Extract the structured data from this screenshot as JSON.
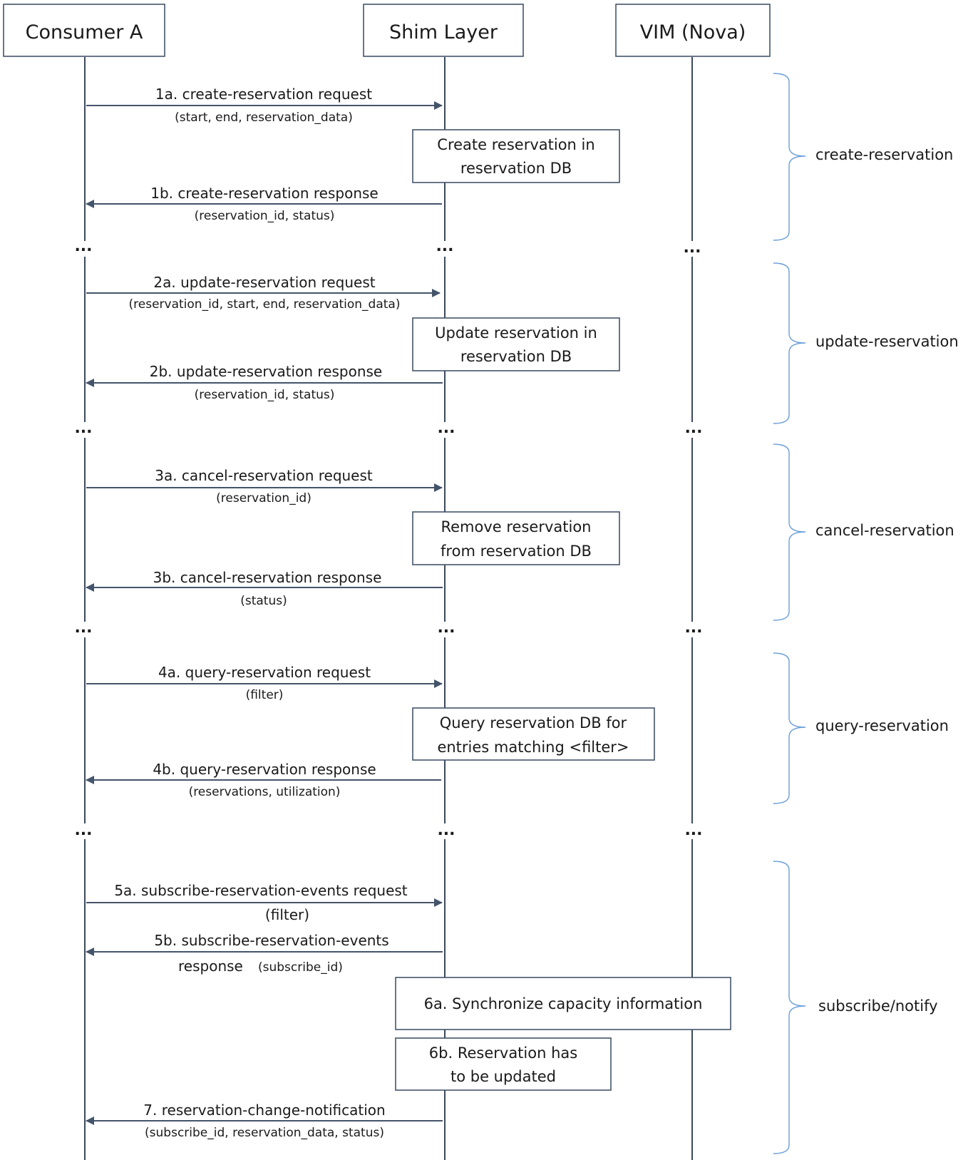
{
  "participants": [
    {
      "id": "consumer",
      "label": "Consumer A"
    },
    {
      "id": "shim",
      "label": "Shim Layer"
    },
    {
      "id": "vim",
      "label": "VIM (Nova)"
    }
  ],
  "ellipsis": "...",
  "messages": [
    {
      "id": "m1a",
      "label": "1a. create-reservation request",
      "sub": "(start, end, reservation_data)",
      "direction": "right"
    },
    {
      "id": "m1b",
      "label": "1b. create-reservation response",
      "sub": "(reservation_id, status)",
      "direction": "left"
    },
    {
      "id": "m2a",
      "label": "2a. update-reservation request",
      "sub": "(reservation_id, start, end, reservation_data)",
      "direction": "right"
    },
    {
      "id": "m2b",
      "label": "2b. update-reservation response",
      "sub": "(reservation_id, status)",
      "direction": "left"
    },
    {
      "id": "m3a",
      "label": "3a. cancel-reservation request",
      "sub": "(reservation_id)",
      "direction": "right"
    },
    {
      "id": "m3b",
      "label": "3b. cancel-reservation response",
      "sub": "(status)",
      "direction": "left"
    },
    {
      "id": "m4a",
      "label": "4a. query-reservation request",
      "sub": "(filter)",
      "direction": "right"
    },
    {
      "id": "m4b",
      "label": "4b. query-reservation response",
      "sub": "(reservations, utilization)",
      "direction": "left"
    },
    {
      "id": "m5a",
      "label": "5a. subscribe-reservation-events request",
      "sub": "(filter)",
      "direction": "right"
    },
    {
      "id": "m5b",
      "label": "5b. subscribe-reservation-events",
      "sub_big": "response",
      "sub": "(subscribe_id)",
      "direction": "left"
    },
    {
      "id": "m7",
      "label": "7. reservation-change-notification",
      "sub": "(subscribe_id, reservation_data, status)",
      "direction": "left"
    }
  ],
  "boxes": [
    {
      "id": "b1",
      "lines": [
        "Create reservation in",
        "reservation DB"
      ]
    },
    {
      "id": "b2",
      "lines": [
        "Update reservation in",
        "reservation DB"
      ]
    },
    {
      "id": "b3",
      "lines": [
        "Remove reservation",
        "from reservation DB"
      ]
    },
    {
      "id": "b4",
      "lines": [
        "Query reservation DB for",
        "entries matching <filter>"
      ]
    },
    {
      "id": "b6a",
      "lines": [
        "6a. Synchronize capacity information"
      ]
    },
    {
      "id": "b6b",
      "lines": [
        "6b. Reservation has",
        "to be updated"
      ]
    }
  ],
  "groups": [
    {
      "id": "g1",
      "label": "create-reservation"
    },
    {
      "id": "g2",
      "label": "update-reservation"
    },
    {
      "id": "g3",
      "label": "cancel-reservation"
    },
    {
      "id": "g4",
      "label": "query-reservation"
    },
    {
      "id": "g5",
      "label": "subscribe/notify"
    }
  ]
}
